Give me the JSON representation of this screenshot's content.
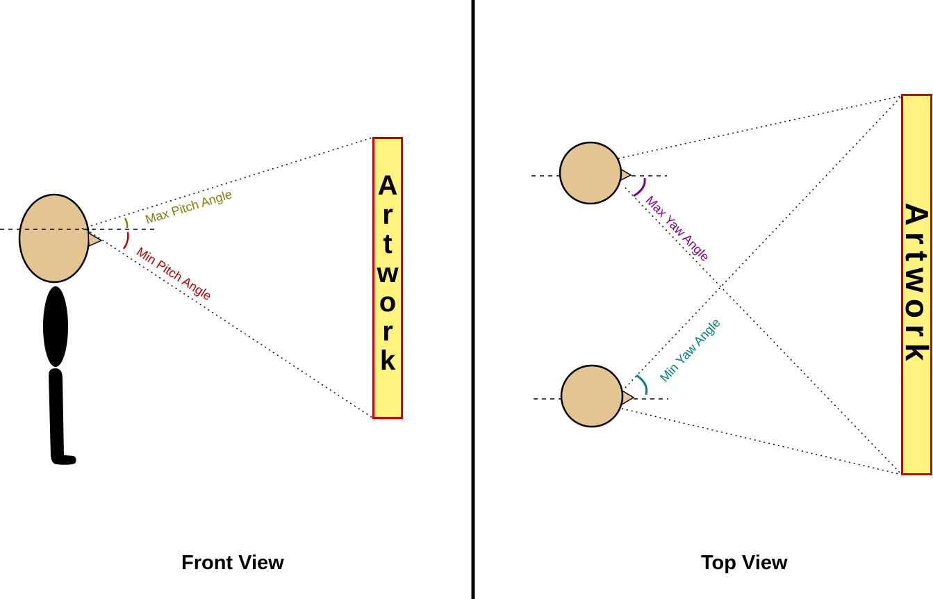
{
  "front_view": {
    "caption": "Front View",
    "artwork_letters": [
      "A",
      "r",
      "t",
      "w",
      "o",
      "r",
      "k"
    ],
    "max_pitch_label": "Max Pitch Angle",
    "min_pitch_label": "Min Pitch Angle"
  },
  "top_view": {
    "caption": "Top View",
    "artwork_label": "Artwork",
    "max_yaw_label": "Max Yaw Angle",
    "min_yaw_label": "Min Yaw Angle"
  },
  "colors": {
    "head_fill": "#e5c494",
    "artwork_fill": "#fff380",
    "artwork_border": "#d40000",
    "max_pitch": "#808000",
    "min_pitch": "#b00000",
    "max_yaw": "#800080",
    "min_yaw": "#008080"
  }
}
